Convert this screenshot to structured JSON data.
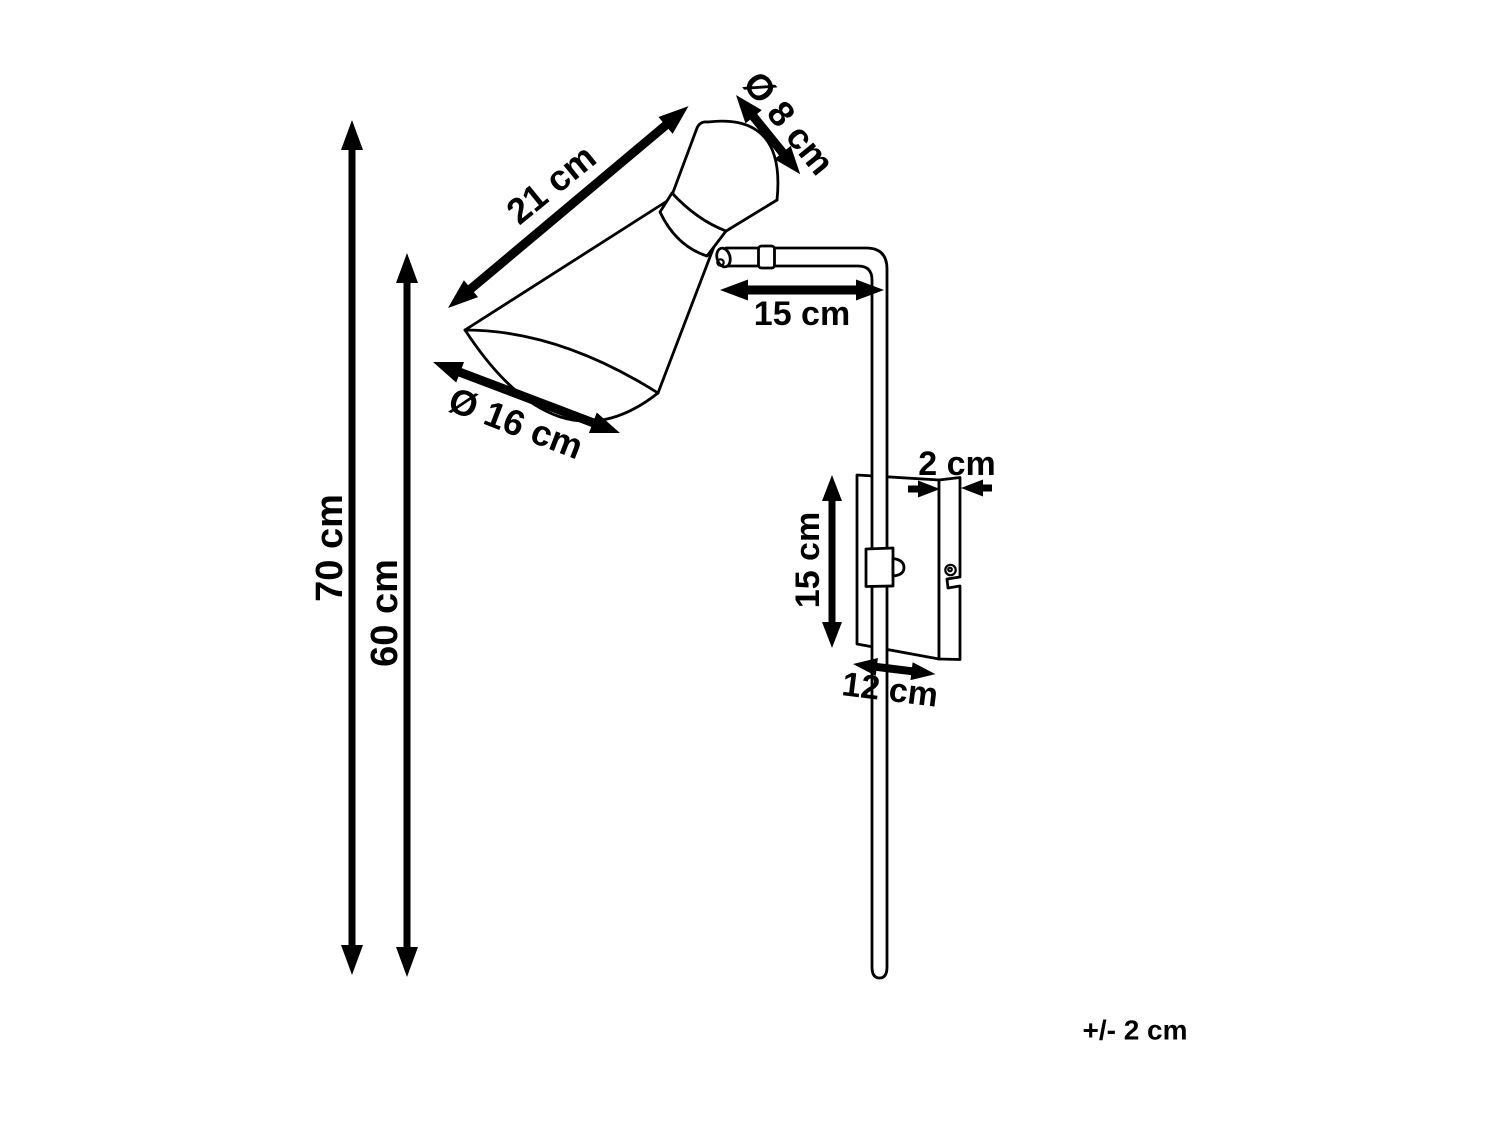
{
  "diagram": {
    "type": "product-dimension-diagram",
    "subject": "wall lamp with cone shade, swing arm and wall bracket",
    "background_color": "#ffffff",
    "line_color": "#000000",
    "tolerance_note": "+/- 2 cm",
    "dimensions": {
      "shade_length": "21 cm",
      "shade_top_diameter": "Ø 8 cm",
      "arm_projection": "15 cm",
      "shade_bottom_diameter": "Ø 16 cm",
      "total_height": "70 cm",
      "pole_height": "60 cm",
      "bracket_depth": "2 cm",
      "bracket_height": "15 cm",
      "bracket_width": "12 cm"
    }
  }
}
